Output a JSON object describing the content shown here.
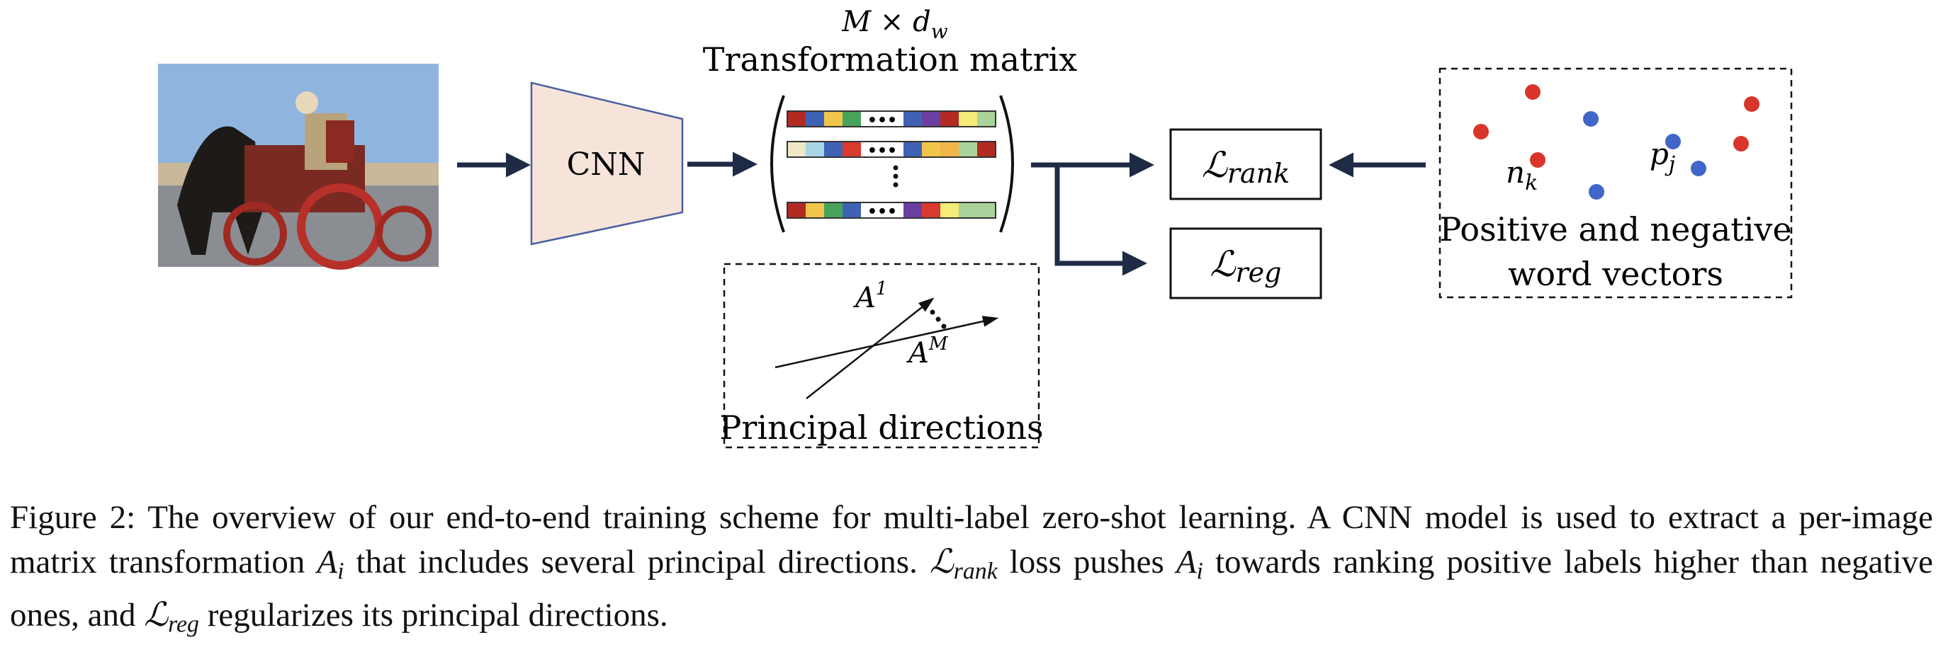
{
  "figure": {
    "matrix": {
      "dims": "M × d",
      "dims_sub": "w",
      "title": "Transformation matrix",
      "rows": [
        [
          "#b22a22",
          "#3f62b5",
          "#f1c54a",
          "#48a35a",
          "#3f62b5",
          "#6b3fa0",
          "#b22a22",
          "#f4eb78",
          "#a9d39a"
        ],
        [
          "#efe7c5",
          "#a9d6e6",
          "#3f62b5",
          "#d83a2e",
          "#3f62b5",
          "#f1c54a",
          "#f0b64a",
          "#a9d39a",
          "#b22a22"
        ],
        [
          "#b22a22",
          "#f1c54a",
          "#48a35a",
          "#3f62b5",
          "#6b3fa0",
          "#d83a2e",
          "#f4eb78",
          "#a9d39a",
          "#a9d39a"
        ]
      ],
      "ellipsis": "•••",
      "vellipsis": "•"
    },
    "cnn_label": "CNN",
    "loss_rank": {
      "symbol": "ℒ",
      "sub": "rank"
    },
    "loss_reg": {
      "symbol": "ℒ",
      "sub": "reg"
    },
    "principal": {
      "label": "Principal directions",
      "a1": "A",
      "a1_sup": "1",
      "aM": "A",
      "aM_sup": "M"
    },
    "word_vectors": {
      "label_line1": "Positive and negative",
      "label_line2": "word vectors",
      "n_label": "n",
      "n_sub": "k",
      "p_label": "p",
      "p_sub": "j",
      "red_color": "#d9352b",
      "blue_color": "#3f66c8"
    },
    "colors": {
      "arrow": "#1f2a44",
      "cnn_fill": "#f6e4da",
      "cnn_stroke": "#4a5fa0"
    }
  },
  "caption": {
    "lead": "Figure 2: The overview of our end-to-end training scheme for multi-label zero-shot learning. A CNN model is used to extract a per-image matrix transformation ",
    "ai": "A",
    "ai_sub": "i",
    "mid1": " that includes several principal directions. ",
    "lrank_sym": "ℒ",
    "lrank_sub": "rank",
    "mid2": " loss pushes ",
    "ai2": "A",
    "ai2_sub": "i",
    "mid3": " towards ranking positive labels higher than negative ones, and ",
    "lreg_sym": "ℒ",
    "lreg_sub": "reg",
    "end": " regularizes its principal directions."
  }
}
